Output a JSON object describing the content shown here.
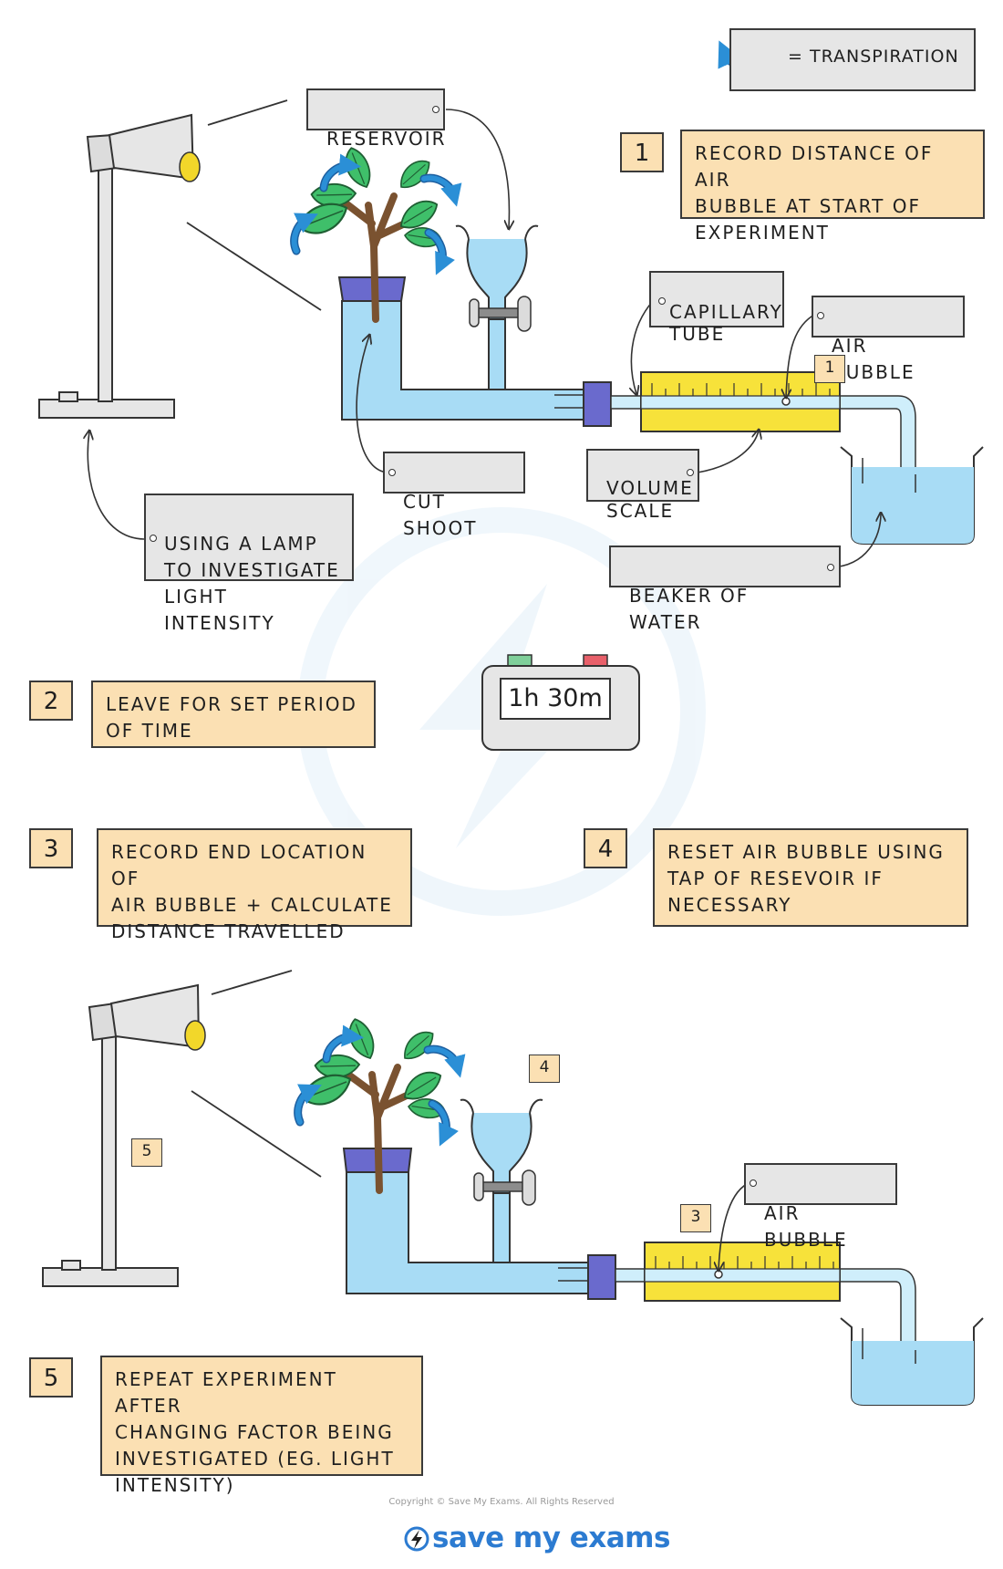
{
  "legend": {
    "text": "= TRANSPIRATION"
  },
  "steps": [
    {
      "number": "1",
      "text": "RECORD  DISTANCE  OF  AIR\nBUBBLE   AT   START   OF\nEXPERIMENT"
    },
    {
      "number": "2",
      "text": "LEAVE   FOR  SET  PERIOD\nOF   TIME"
    },
    {
      "number": "3",
      "text": "RECORD  END  LOCATION  OF\nAIR  BUBBLE  +  CALCULATE\nDISTANCE   TRAVELLED"
    },
    {
      "number": "4",
      "text": "RESET  AIR  BUBBLE  USING\nTAP  OF  RESEVOIR  IF\nNECESSARY"
    },
    {
      "number": "5",
      "text": "REPEAT  EXPERIMENT  AFTER\nCHANGING  FACTOR  BEING\nINVESTIGATED  (EG. LIGHT\nINTENSITY)"
    }
  ],
  "labels": {
    "reservoir": "RESERVOIR",
    "capillary_tube": "CAPILLARY\nTUBE",
    "air_bubble": "AIR  BUBBLE",
    "cut_shoot": "CUT  SHOOT",
    "volume_scale": "VOLUME\nSCALE",
    "beaker": "BEAKER  OF  WATER",
    "lamp": "USING  A  LAMP\nTO  INVESTIGATE\nLIGHT  INTENSITY",
    "air_bubble_2": "AIR  BUBBLE"
  },
  "markers": {
    "m1": "1",
    "m4": "4",
    "m5": "5",
    "m3": "3"
  },
  "timer": {
    "display": "1h 30m"
  },
  "footer": {
    "copyright": "Copyright © Save My Exams. All Rights Reserved",
    "brand": "save my exams"
  },
  "colors": {
    "water": "#a8dcf5",
    "leaf": "#3fbf6a",
    "stem": "#7a5230",
    "bung": "#6a6acd",
    "scale": "#f7e23a",
    "arrow": "#2b8fd6",
    "label_grey": "#e6e6e6",
    "note_orange": "#fbe0b3"
  }
}
